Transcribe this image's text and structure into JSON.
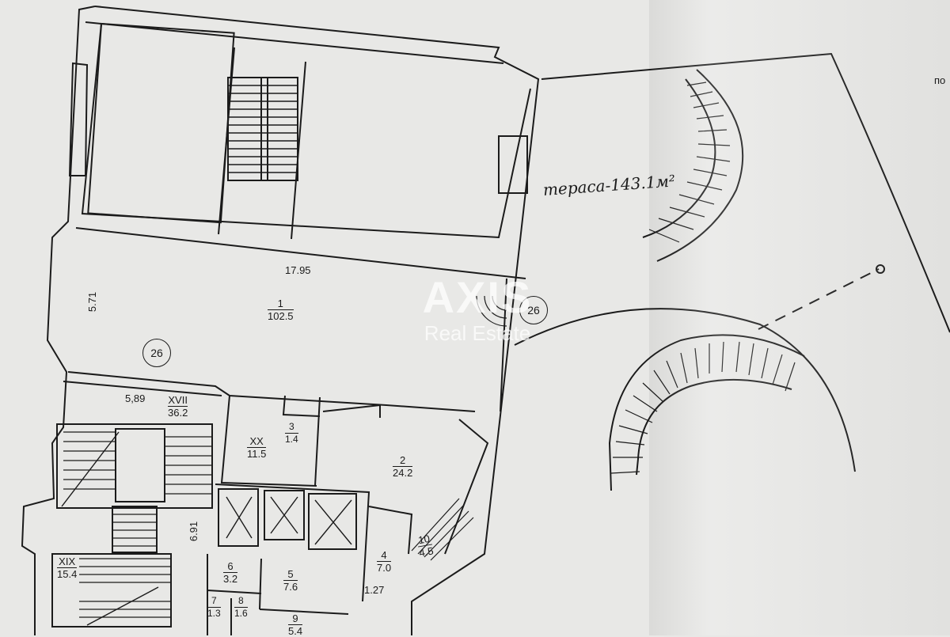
{
  "plan": {
    "rooms": [
      {
        "id": "1",
        "area": "102.5"
      },
      {
        "id": "2",
        "area": "24.2"
      },
      {
        "id": "3",
        "area": "1.4"
      },
      {
        "id": "4",
        "area": "7.0"
      },
      {
        "id": "5",
        "area": "7.6"
      },
      {
        "id": "6",
        "area": "3.2"
      },
      {
        "id": "7",
        "area": "1.3"
      },
      {
        "id": "8",
        "area": "1.6"
      },
      {
        "id": "9",
        "area": "5.4"
      },
      {
        "id": "10",
        "area": "4.5"
      },
      {
        "id": "XVII",
        "area": "36.2"
      },
      {
        "id": "XIX",
        "area": "15.4"
      },
      {
        "id": "XX",
        "area": "11.5"
      }
    ],
    "dimensions": {
      "d1": "17.95",
      "d2": "5.71",
      "d3": "5,89",
      "d4": "6.91",
      "d5": "1.27"
    },
    "markers": {
      "m1": "26",
      "m2": "26"
    },
    "terrace_label": "тераса-143.1м²",
    "edge_text": "по"
  },
  "watermark": {
    "brand": "AXIS",
    "sub": "Real Estate"
  },
  "colors": {
    "paper": "#e8e8e6",
    "ink": "#1b1b1b",
    "watermark": "#ffffff"
  }
}
